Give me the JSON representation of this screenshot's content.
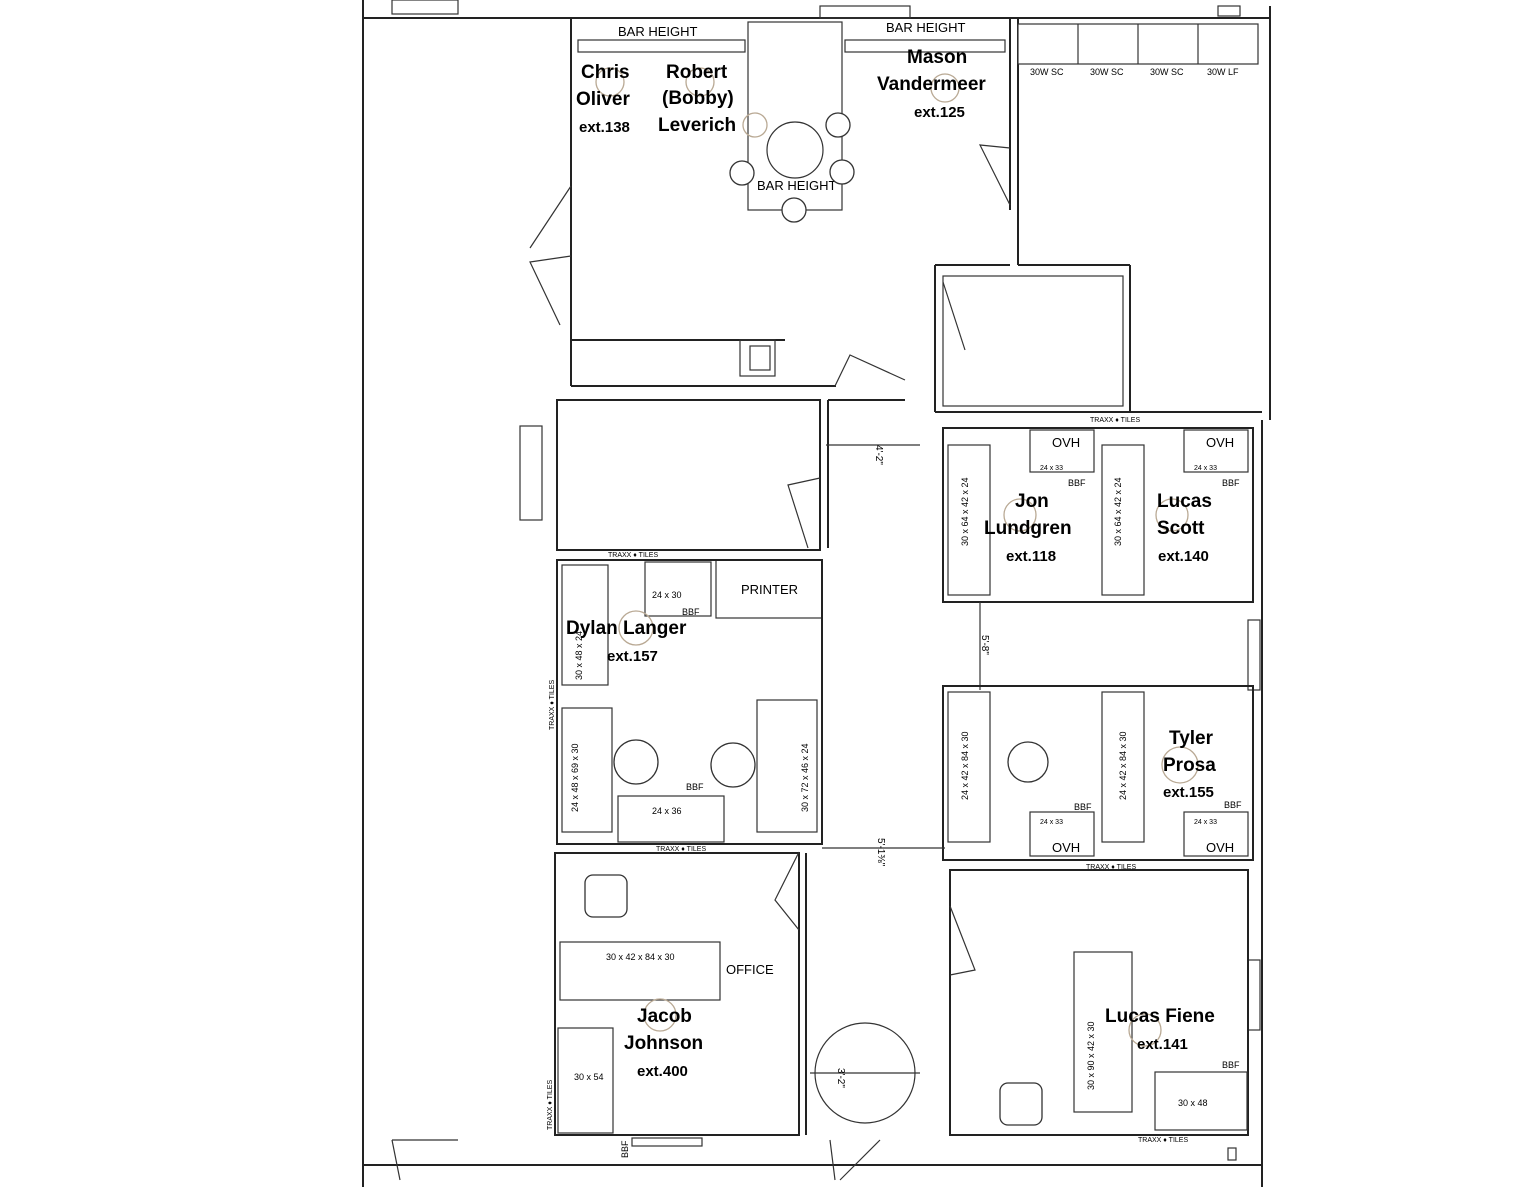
{
  "occupants": [
    {
      "name_lines": [
        "Chris",
        "Oliver"
      ],
      "ext": "ext.138"
    },
    {
      "name_lines": [
        "Robert",
        "(Bobby)",
        "Leverich"
      ],
      "ext": ""
    },
    {
      "name_lines": [
        "Mason",
        "Vandermeer"
      ],
      "ext": "ext.125"
    },
    {
      "name_lines": [
        "Jon",
        "Lundgren"
      ],
      "ext": "ext.118"
    },
    {
      "name_lines": [
        "Lucas",
        "Scott"
      ],
      "ext": "ext.140"
    },
    {
      "name_lines": [
        "Dylan Langer"
      ],
      "ext": "ext.157"
    },
    {
      "name_lines": [
        "Tyler",
        "Prosa"
      ],
      "ext": "ext.155"
    },
    {
      "name_lines": [
        "Jacob",
        "Johnson"
      ],
      "ext": "ext.400"
    },
    {
      "name_lines": [
        "Lucas Fiene"
      ],
      "ext": "ext.141"
    }
  ],
  "labels": {
    "bar_height": "BAR HEIGHT",
    "printer": "PRINTER",
    "office": "OFFICE",
    "ovh": "OVH",
    "bbf": "BBF",
    "traxx_tiles": "TRAXX ♦ TILES",
    "cabinet_sc": "30W SC",
    "cabinet_lf": "30W LF"
  },
  "desk_sizes": {
    "d_24x33": "24 x 33",
    "d_24x30": "24 x 30",
    "d_24x36": "24 x 36",
    "d_30x54": "30 x 54",
    "d_30x48": "30 x 48",
    "d_30x64x42x24": "30 x 64 x 42 x 24",
    "d_30x48x24": "30 x 48 x 24",
    "d_24x48x69x30": "24 x 48 x 69 x 30",
    "d_30x72x46x24": "30 x 72 x 46 x 24",
    "d_24x42x84x30": "24 x 42 x 84 x 30",
    "d_30x42x84x30": "30 x 42 x 84 x 30",
    "d_30x90x42x30": "30 x 90 x 42 x 30"
  },
  "dimensions": {
    "d1": "4'-2\"",
    "d2": "5'-8\"",
    "d3": "5'-1⅜\"",
    "d4": "3'-2\""
  },
  "colors": {
    "line": "#222222",
    "chair_tint": "#b9a994"
  }
}
